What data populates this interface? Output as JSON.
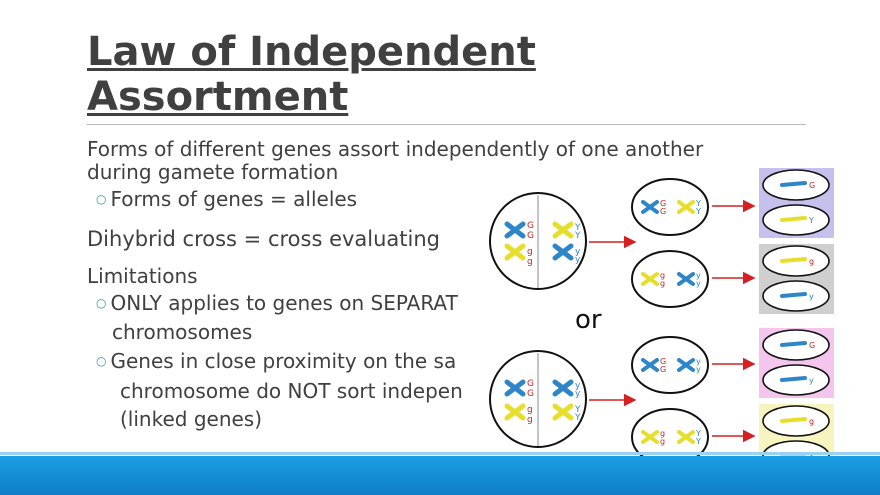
{
  "slide": {
    "title_line1": "Law of Independent",
    "title_line2": "Assortment",
    "p1_line1": "Forms of different genes assort independently of one another",
    "p1_line2": "during gamete formation",
    "p1_sub": "Forms of genes = alleles",
    "p2": "Dihybrid cross = cross evaluating",
    "p3": "Limitations",
    "p3_sub1_line1": "ONLY applies to genes on SEPARAT",
    "p3_sub1_line2": "chromosomes",
    "p3_sub2_line1": "Genes in close proximity on the sa",
    "p3_sub2_line2": "chromosome do NOT sort indepen",
    "p3_sub2_line3": "(linked genes)"
  },
  "diagram": {
    "or_label": "or",
    "gene_G": "G",
    "gene_g": "g",
    "gene_Y": "Y",
    "gene_y": "y",
    "colors": {
      "blue_chromosome": "#2e86c8",
      "yellow_chromosome": "#e6de2a",
      "arrow": "#d42020",
      "purple_box": "#c6c0ec",
      "gray_box": "#cfcfcf",
      "pink_box": "#f4c6ee",
      "cream_box": "#f8f4c0"
    }
  }
}
